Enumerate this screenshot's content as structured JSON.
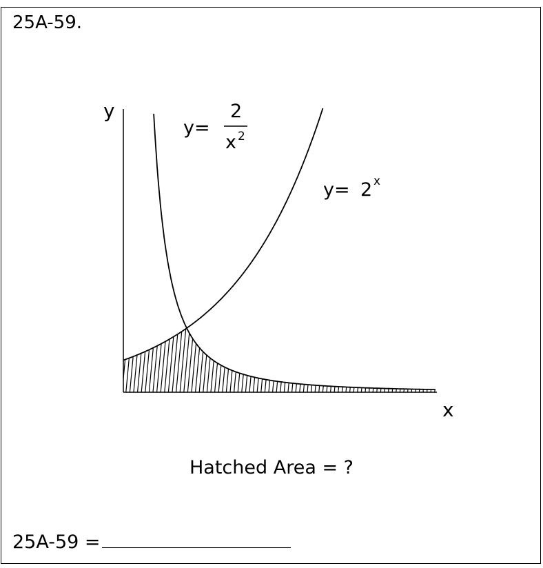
{
  "problem": {
    "id_label": "25A-59.",
    "question": "Hatched Area = ?",
    "answer_prefix": "25A-59 ="
  },
  "diagram": {
    "y_axis_label": "y",
    "x_axis_label": "x",
    "curve1": {
      "label_prefix": "y=",
      "numerator": "2",
      "denominator_base": "x",
      "denominator_exp": "2"
    },
    "curve2": {
      "label_prefix": "y=",
      "base": "2",
      "exponent": "x"
    }
  }
}
